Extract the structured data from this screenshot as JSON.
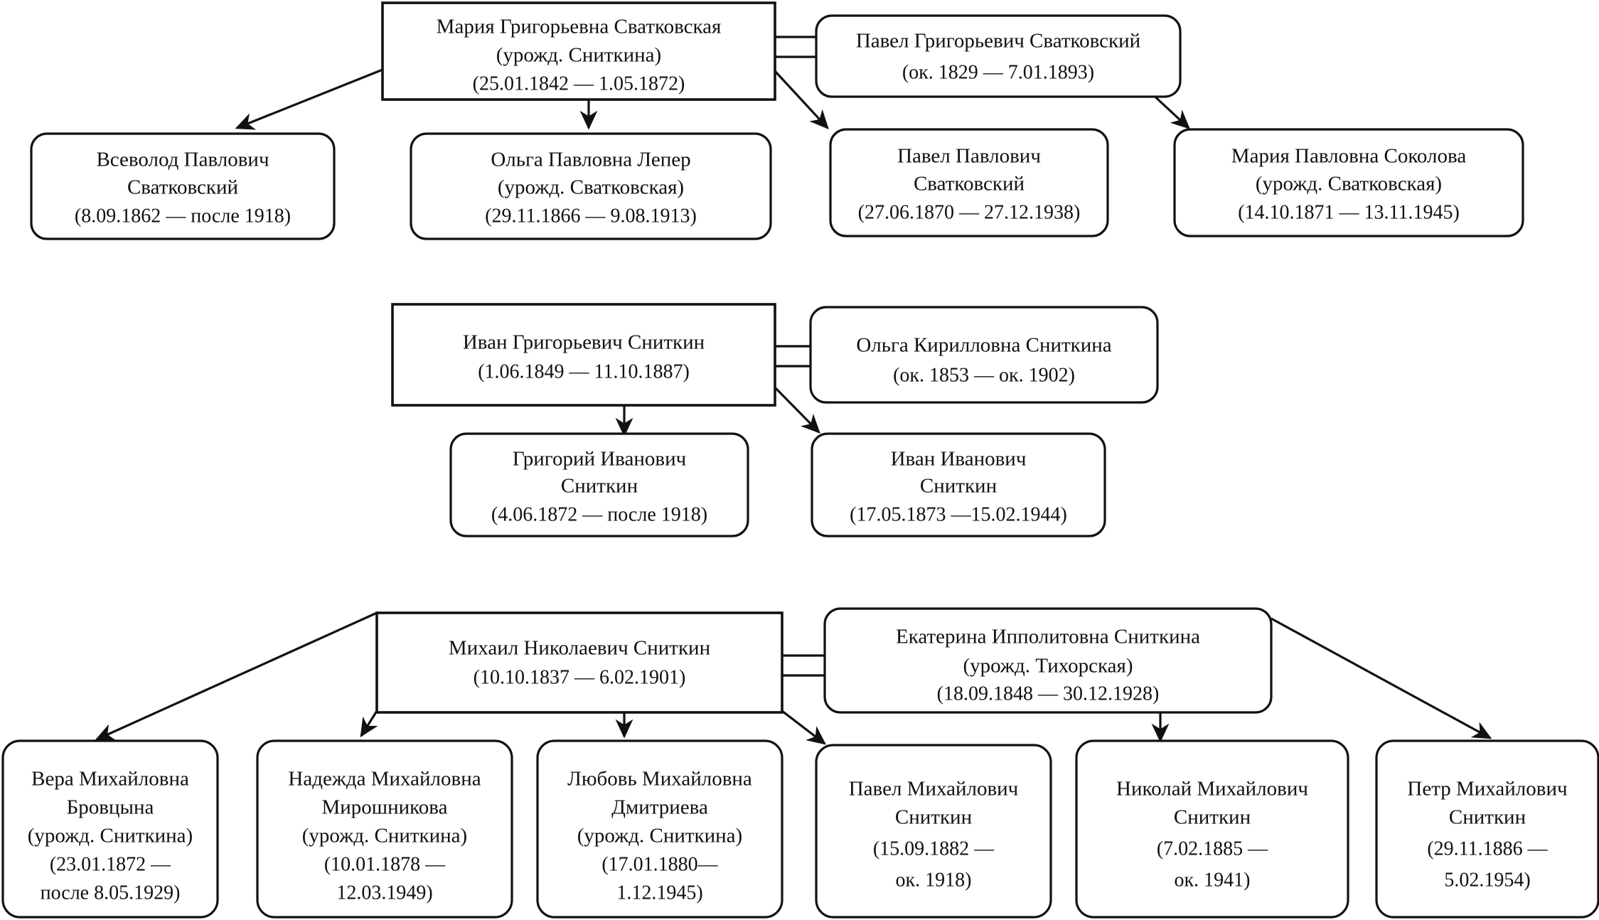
{
  "diagram": {
    "kind": "genealogy-tree",
    "title_visible": false,
    "line_color": "#111111",
    "box_fill": "#ffffff",
    "background": "#ffffff",
    "families": [
      {
        "id": "family-svatkovsky",
        "parents": [
          {
            "id": "maria-grigorievna-svatkovskaya",
            "shape": "rect",
            "lines": [
              "Мария Григорьевна Сватковская",
              "(урожд. Сниткина)",
              "(25.01.1842 — 1.05.1872)"
            ]
          },
          {
            "id": "pavel-grigorievich-svatkovsky",
            "shape": "rounded",
            "lines": [
              "Павел Григорьевич Сватковский",
              "(ок. 1829 — 7.01.1893)"
            ]
          }
        ],
        "children": [
          {
            "id": "vsevolod-pavlovich-svatkovsky",
            "shape": "rounded",
            "lines": [
              "Всеволод Павлович",
              "Сватковский",
              "(8.09.1862 — после 1918)"
            ]
          },
          {
            "id": "olga-pavlovna-leper",
            "shape": "rounded",
            "lines": [
              "Ольга Павловна Лепер",
              "(урожд. Сватковская)",
              "(29.11.1866 — 9.08.1913)"
            ]
          },
          {
            "id": "pavel-pavlovich-svatkovsky",
            "shape": "rounded",
            "lines": [
              "Павел Павлович",
              "Сватковский",
              "(27.06.1870 — 27.12.1938)"
            ]
          },
          {
            "id": "maria-pavlovna-sokolova",
            "shape": "rounded",
            "lines": [
              "Мария Павловна Соколова",
              "(урожд. Сватковская)",
              "(14.10.1871 — 13.11.1945)"
            ]
          }
        ]
      },
      {
        "id": "family-snitkin-ivan",
        "parents": [
          {
            "id": "ivan-grigorievich-snitkin",
            "shape": "rect",
            "lines": [
              "Иван Григорьевич Сниткин",
              "(1.06.1849 — 11.10.1887)"
            ]
          },
          {
            "id": "olga-kirillovna-snitkina",
            "shape": "rounded",
            "lines": [
              "Ольга Кирилловна Сниткина",
              "(ок. 1853 — ок. 1902)"
            ]
          }
        ],
        "children": [
          {
            "id": "grigory-ivanovich-snitkin",
            "shape": "rounded",
            "lines": [
              "Григорий Иванович",
              "Сниткин",
              "(4.06.1872 — после 1918)"
            ]
          },
          {
            "id": "ivan-ivanovich-snitkin",
            "shape": "rounded",
            "lines": [
              "Иван Иванович",
              "Сниткин",
              "(17.05.1873 —15.02.1944)"
            ]
          }
        ]
      },
      {
        "id": "family-snitkin-mikhail",
        "parents": [
          {
            "id": "mikhail-nikolaevich-snitkin",
            "shape": "rect",
            "lines": [
              "Михаил Николаевич Сниткин",
              "(10.10.1837 — 6.02.1901)"
            ]
          },
          {
            "id": "ekaterina-ippolitovna-snitkina",
            "shape": "rounded",
            "lines": [
              "Екатерина Ипполитовна Сниткина",
              "(урожд. Тихорская)",
              "(18.09.1848 — 30.12.1928)"
            ]
          }
        ],
        "children": [
          {
            "id": "vera-mikhailovna-brovtsyna",
            "shape": "rounded",
            "lines": [
              "Вера Михайловна",
              "Бровцына",
              "(урожд. Сниткина)",
              "(23.01.1872 —",
              "после 8.05.1929)"
            ]
          },
          {
            "id": "nadezhda-mikhailovna-miroshnikova",
            "shape": "rounded",
            "lines": [
              "Надежда Михайловна",
              "Мирошникова",
              "(урожд. Сниткина)",
              "(10.01.1878 —",
              "12.03.1949)"
            ]
          },
          {
            "id": "lyubov-mikhailovna-dmitrieva",
            "shape": "rounded",
            "lines": [
              "Любовь Михайловна",
              "Дмитриева",
              "(урожд. Сниткина)",
              "(17.01.1880—",
              "1.12.1945)"
            ]
          },
          {
            "id": "pavel-mikhailovich-snitkin",
            "shape": "rounded",
            "lines": [
              "Павел Михайлович",
              "Сниткин",
              "(15.09.1882 —",
              "ок. 1918)"
            ]
          },
          {
            "id": "nikolai-mikhailovich-snitkin",
            "shape": "rounded",
            "lines": [
              "Николай Михайлович",
              "Сниткин",
              "(7.02.1885 —",
              "ок. 1941)"
            ]
          },
          {
            "id": "petr-mikhailovich-snitkin",
            "shape": "rounded",
            "lines": [
              "Петр Михайлович",
              "Сниткин",
              "(29.11.1886 —",
              "5.02.1954)"
            ]
          }
        ]
      }
    ]
  }
}
